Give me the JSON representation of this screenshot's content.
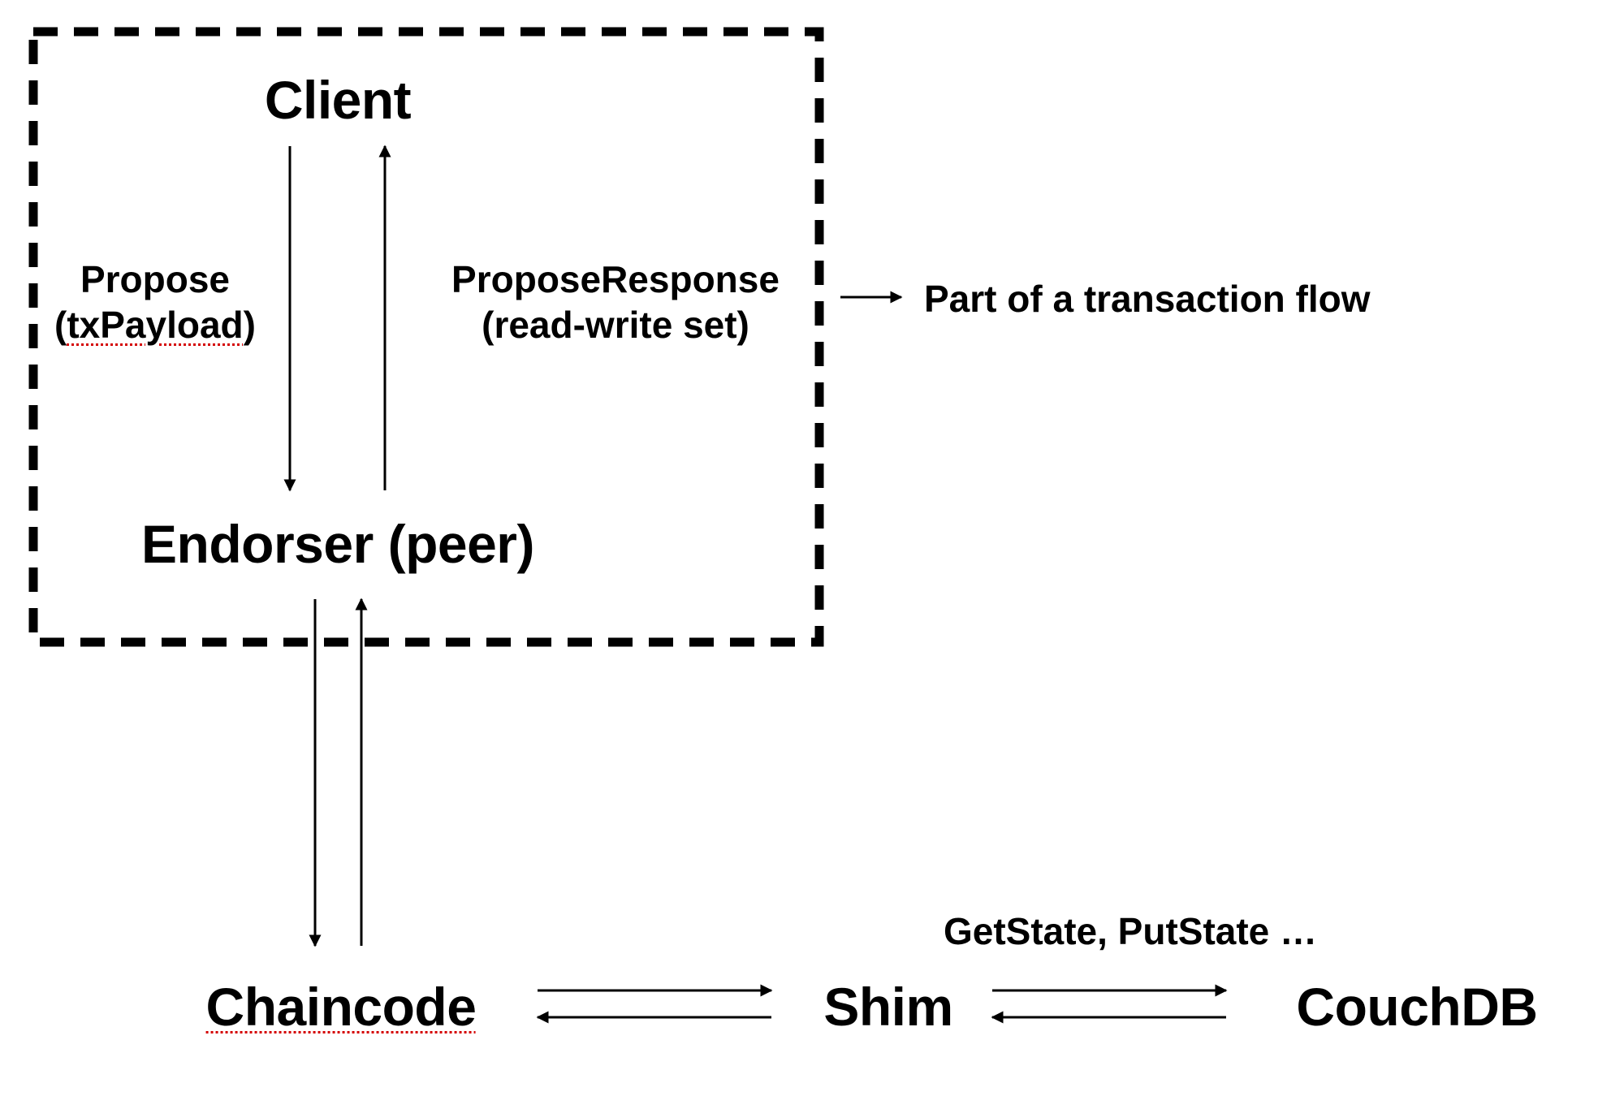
{
  "nodes": {
    "client": "Client",
    "endorser": "Endorser (peer)",
    "chaincode": "Chaincode",
    "shim": "Shim",
    "couchdb": "CouchDB"
  },
  "edges": {
    "propose": {
      "line1": "Propose",
      "line2_open": "(",
      "line2_word": "txPayload",
      "line2_close": ")"
    },
    "propose_response": {
      "line1": "ProposeResponse",
      "line2": "(read-write set)"
    },
    "shim_couchdb": "GetState, PutState …"
  },
  "legend": {
    "text": "Part of a transaction flow"
  },
  "colors": {
    "stroke": "#000000",
    "spellcheck_underline": "#d40000"
  }
}
